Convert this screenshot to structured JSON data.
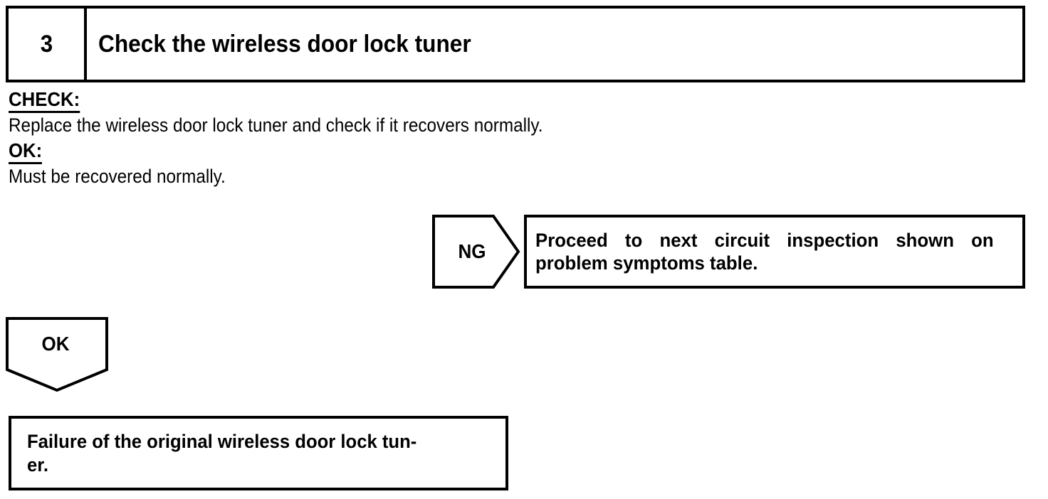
{
  "document": {
    "type": "diagnostic-flowchart-step",
    "background_color": "#ffffff",
    "line_color": "#000000"
  },
  "step_header": {
    "number": "3",
    "title": "Check the wireless door lock tuner"
  },
  "instructions": {
    "check_label": "CHECK:",
    "check_text": "Replace the wireless door lock tuner and check if it recovers normally.",
    "ok_label": "OK:",
    "ok_text": "Must be recovered normally."
  },
  "branches": {
    "ng": {
      "marker": "NG",
      "marker_shape": "right-pointing-pentagon",
      "result_line_1": "Proceed to next circuit inspection shown on",
      "result_line_2": "problem symptoms table."
    },
    "ok": {
      "marker": "OK",
      "marker_shape": "down-pointing-pentagon",
      "result_text": "Failure of the original wireless door lock tun-\ner."
    }
  }
}
